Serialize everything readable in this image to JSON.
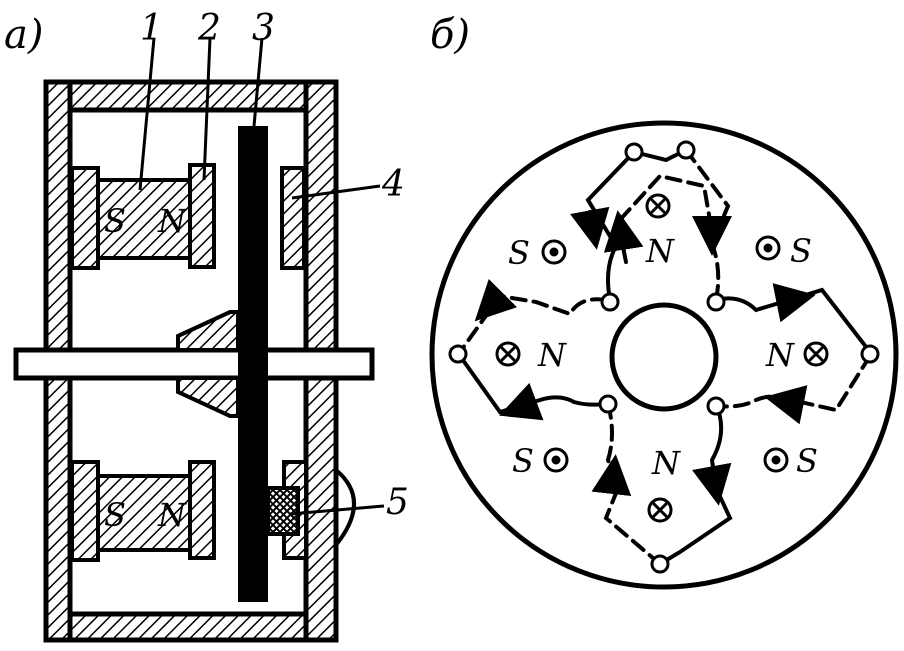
{
  "figure_a": {
    "label": "а)",
    "callouts": [
      "1",
      "2",
      "3",
      "4",
      "5"
    ],
    "magnet_top": {
      "s": "S",
      "n": "N"
    },
    "magnet_bottom": {
      "s": "S",
      "n": "N"
    }
  },
  "figure_b": {
    "label": "б)",
    "inner_poles": {
      "top": "N",
      "left": "N",
      "right": "N",
      "bottom": "N"
    },
    "outer_poles": {
      "top_left": "S",
      "top_right": "S",
      "bottom_left": "S",
      "bottom_right": "S"
    }
  },
  "colors": {
    "ink": "#000000",
    "paper": "#ffffff"
  },
  "icons": {
    "conductor_in": "circle-cross-icon",
    "conductor_out": "circle-dot-icon",
    "terminal": "open-circle-icon"
  }
}
